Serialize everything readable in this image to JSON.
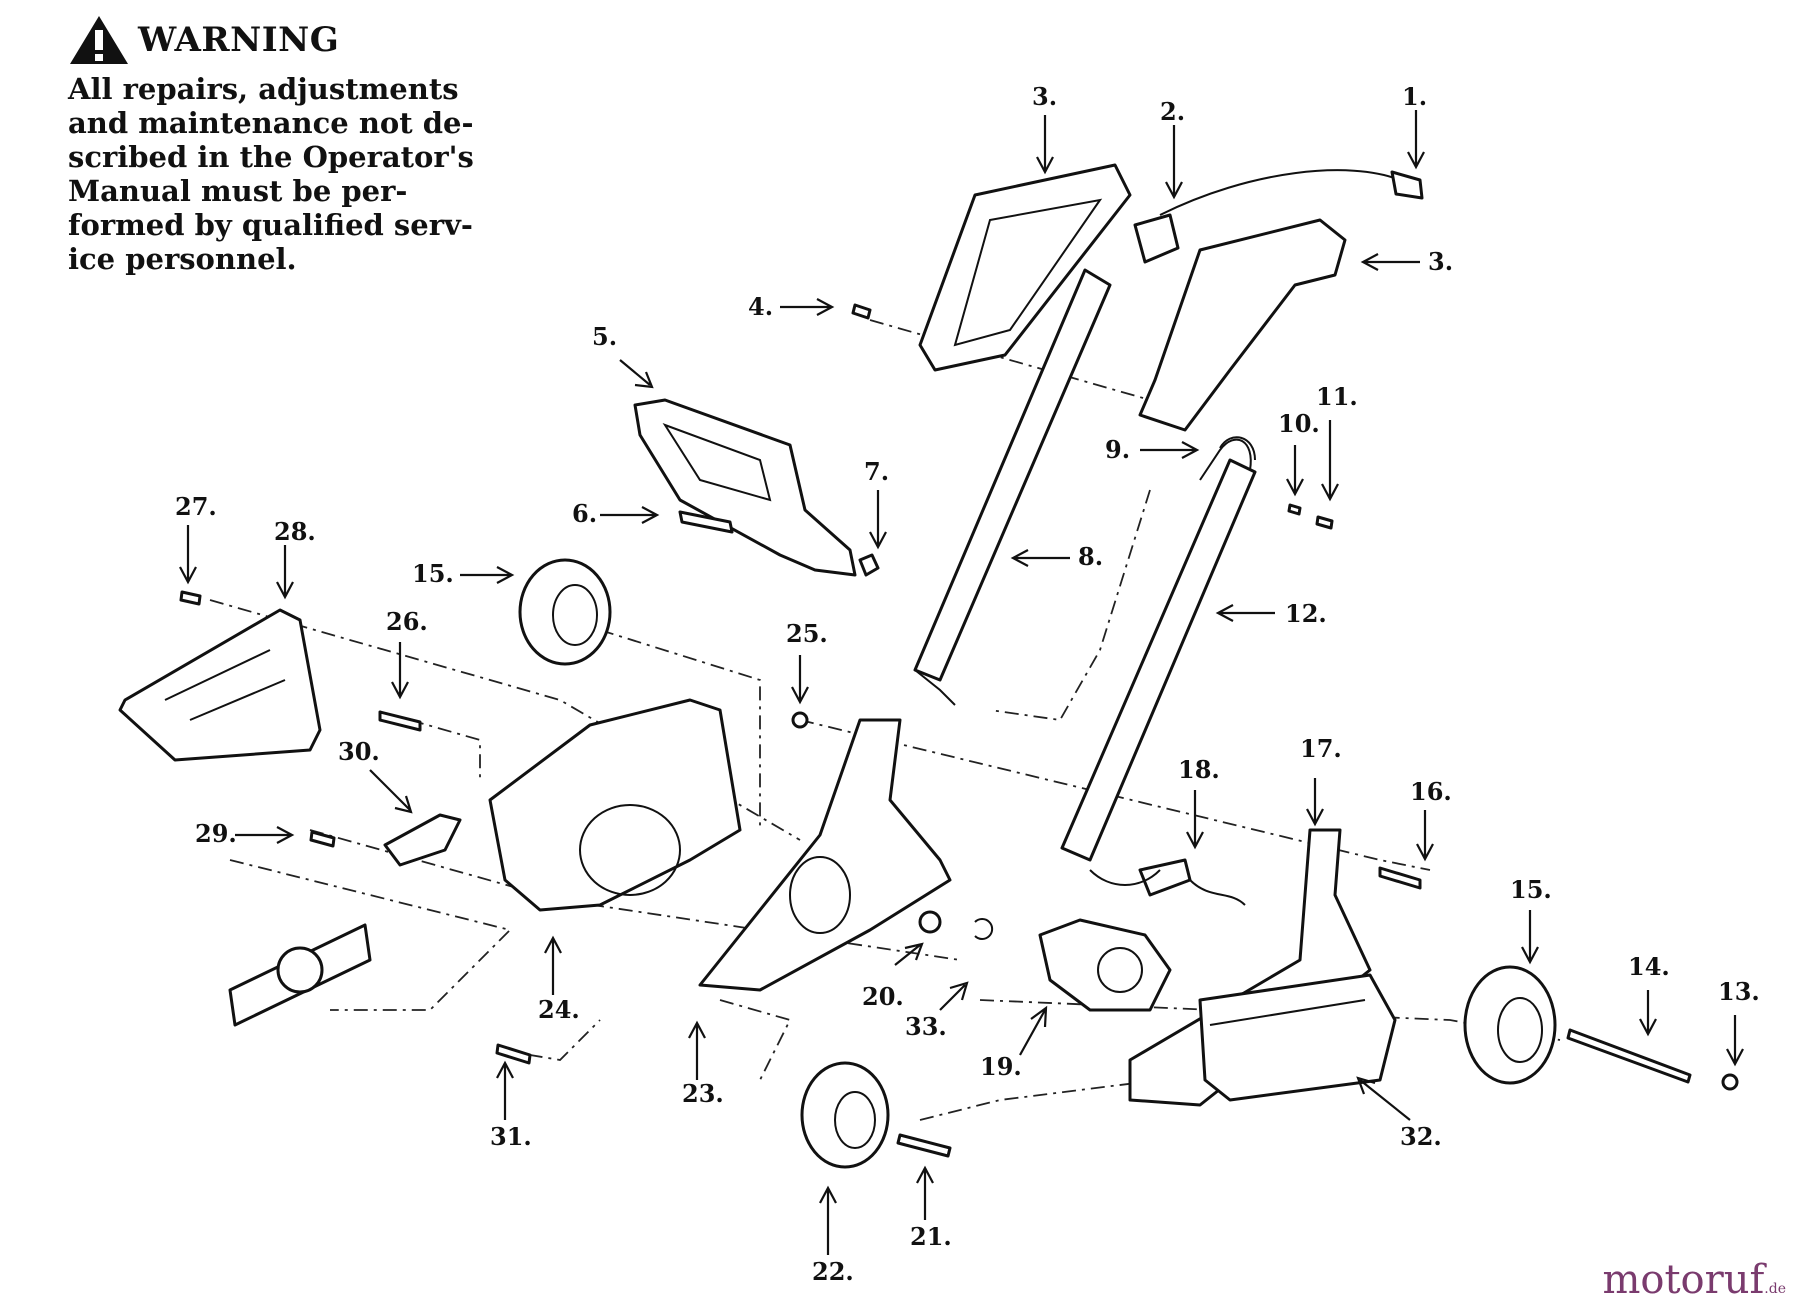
{
  "warning": {
    "title": "WARNING",
    "icon": "warning-triangle-icon",
    "lines": [
      "All repairs, adjustments",
      "and maintenance not de-",
      "scribed in the Operator's",
      "Manual must be per-",
      "formed by qualified serv-",
      "ice personnel."
    ]
  },
  "part_labels": [
    "1.",
    "2.",
    "3.",
    "3.",
    "4.",
    "5.",
    "6.",
    "7.",
    "8.",
    "9.",
    "10.",
    "11.",
    "12.",
    "13.",
    "14.",
    "15.",
    "15.",
    "16.",
    "17.",
    "18.",
    "19.",
    "20.",
    "21.",
    "22.",
    "23.",
    "24.",
    "25.",
    "26.",
    "27.",
    "28.",
    "29.",
    "30.",
    "31.",
    "32.",
    "33."
  ],
  "watermark": {
    "name": "motoruf",
    "suffix": ".de"
  },
  "colors": {
    "ink": "#111111",
    "watermark_primary": "#7a3b6e",
    "watermark_accent": "#e07a10"
  }
}
